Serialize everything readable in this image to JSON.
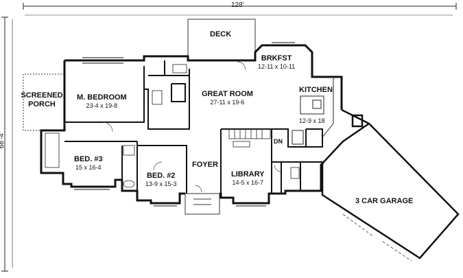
{
  "dimensions": {
    "width": "128'",
    "depth": "68'-4\""
  },
  "rooms": {
    "deck": {
      "name": "DECK"
    },
    "brkfst": {
      "name": "BRKFST",
      "dims": "12-11 x 10-11"
    },
    "screened_porch": {
      "name": "SCREENED PORCH"
    },
    "master_bedroom": {
      "name": "M. BEDROOM",
      "dims": "23-4 x 19-8"
    },
    "great_room": {
      "name": "GREAT ROOM",
      "dims": "27-11 x 19-6"
    },
    "kitchen": {
      "name": "KITCHEN",
      "dims": "12-9 x 18"
    },
    "bed3": {
      "name": "BED. #3",
      "dims": "15 x 16-4"
    },
    "bed2": {
      "name": "BED. #2",
      "dims": "13-9 x 15-3"
    },
    "foyer": {
      "name": "FOYER"
    },
    "library": {
      "name": "LIBRARY",
      "dims": "14-5 x 16-7"
    },
    "garage": {
      "name": "3 CAR GARAGE"
    },
    "stair_dn": {
      "name": "DN"
    }
  },
  "colors": {
    "wall": "#111111",
    "line": "#333333",
    "background": "#ffffff"
  }
}
